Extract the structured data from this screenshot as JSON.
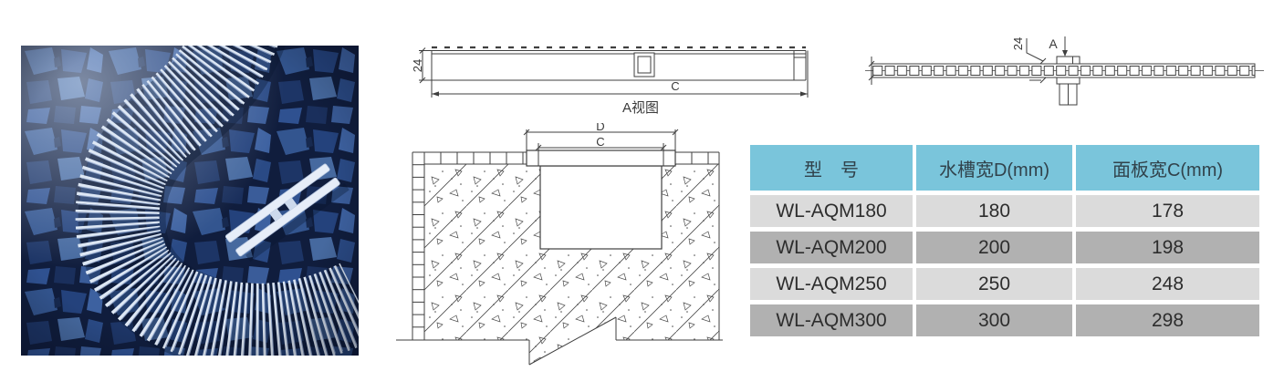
{
  "page": {
    "background": "#ffffff"
  },
  "photo": {
    "description": "curved white pool overflow grating laid in an S-shape over dark blue mosaic tile floor with two loose grate segments",
    "colors": {
      "tile_base": "#16244a",
      "stone_blue": "#33558f",
      "slat": "#dde7f4"
    }
  },
  "drawings": {
    "view_a": {
      "thickness": "24",
      "width_label": "C",
      "caption": "A视图"
    },
    "plan_view": {
      "thickness": "24",
      "section_mark": "A"
    },
    "cross_section": {
      "channel_width_label": "D",
      "panel_width_label": "C"
    }
  },
  "spec_table": {
    "headers": {
      "model": "型　号",
      "channel_width": "水槽宽D(mm)",
      "panel_width": "面板宽C(mm)"
    },
    "rows": [
      {
        "model": "WL-AQM180",
        "channel_width_mm": "180",
        "panel_width_mm": "178"
      },
      {
        "model": "WL-AQM200",
        "channel_width_mm": "200",
        "panel_width_mm": "198"
      },
      {
        "model": "WL-AQM250",
        "channel_width_mm": "250",
        "panel_width_mm": "248"
      },
      {
        "model": "WL-AQM300",
        "channel_width_mm": "300",
        "panel_width_mm": "298"
      }
    ],
    "colors": {
      "header_bg": "#7ac5db",
      "row_light": "#dbdbdb",
      "row_dark": "#b1b1b1",
      "text": "#2d2d2d"
    }
  }
}
